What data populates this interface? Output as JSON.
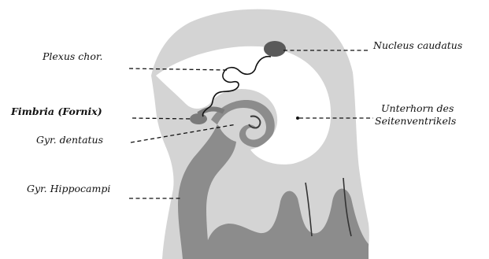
{
  "labels": {
    "plexus": "Plexus chor.",
    "fimbria": "Fimbria (Fornix)",
    "gyr_dentatus": "Gyr. dentatus",
    "gyr_hippocampi": "Gyr. Hippocampi",
    "nucleus_caudatus": "Nucleus caudatus",
    "unterhorn_line1": "Unterhorn des",
    "unterhorn_line2": "Seitenventrikels"
  },
  "colors": {
    "white_matter": "#d4d4d4",
    "grey_matter": "#8c8c8c",
    "nucleus": "#5a5a5a",
    "ventricle": "#ffffff",
    "ink": "#111111"
  }
}
